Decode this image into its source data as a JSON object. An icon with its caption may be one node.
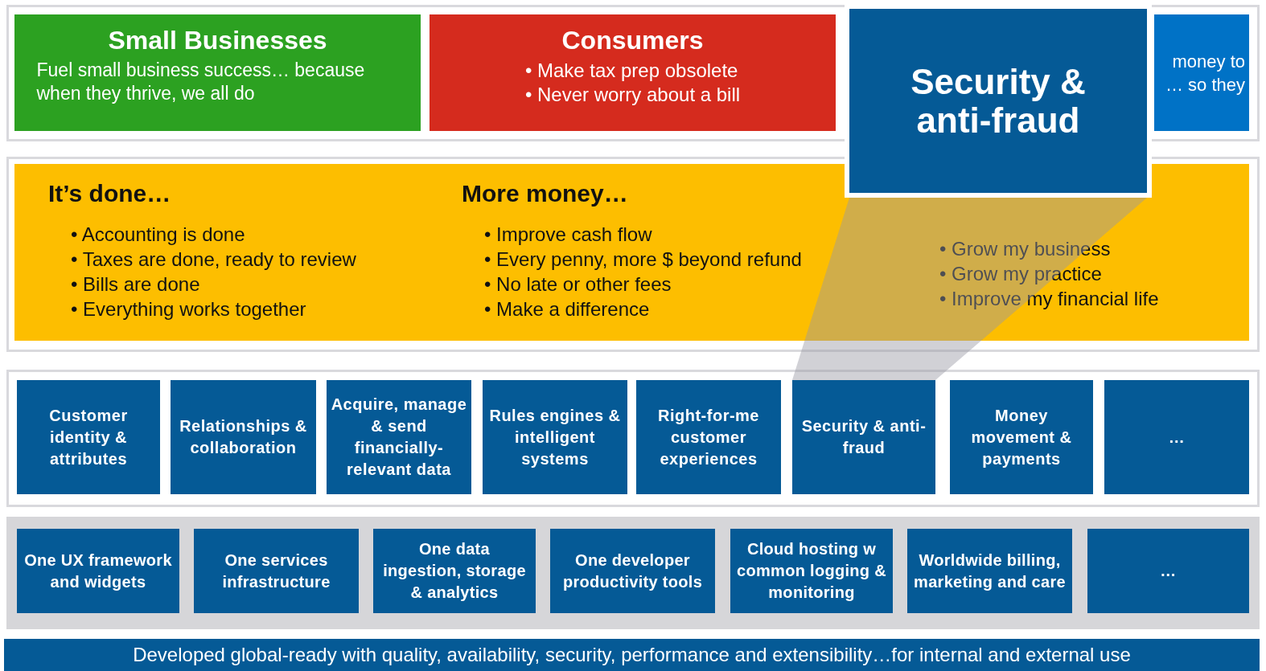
{
  "diagram": {
    "nodes": [
      {
        "text": [
          "Small Businesses",
          "Fuel small business success… because when they thrive, we all do"
        ]
      },
      {
        "text": [
          "Consumers",
          "• Make tax prep obsolete",
          "• Never worry about a bill"
        ]
      },
      {
        "text": [
          "money to … so they"
        ]
      },
      {
        "text": [
          "It’s done…",
          "• Accounting is done",
          "• Taxes are done, ready to review",
          "• Bills are done",
          "• Everything works together",
          "More money…",
          "• Improve cash flow",
          "• Every penny, more $ beyond refund",
          "• No late or other fees",
          "• Make a difference",
          "• Grow my business",
          "• Grow my practice",
          "• Improve my financial life"
        ]
      },
      {
        "text": [
          "Security & anti-fraud"
        ]
      },
      {
        "text": [
          "Customer identity & attributes"
        ]
      },
      {
        "text": [
          "Relationships & collaboration"
        ]
      },
      {
        "text": [
          "Acquire, manage & send financially-relevant data"
        ]
      },
      {
        "text": [
          "Rules engines & intelligent systems"
        ]
      },
      {
        "text": [
          "Right-for-me customer experiences"
        ]
      },
      {
        "text": [
          "Security & anti-fraud"
        ]
      },
      {
        "text": [
          "Money movement & payments"
        ]
      },
      {
        "text": [
          "…"
        ]
      },
      {
        "text": [
          "One UX framework and widgets"
        ]
      },
      {
        "text": [
          "One services infrastructure"
        ]
      },
      {
        "text": [
          "One data ingestion, storage & analytics"
        ]
      },
      {
        "text": [
          "One developer productivity tools"
        ]
      },
      {
        "text": [
          "Cloud hosting w common logging & monitoring"
        ]
      },
      {
        "text": [
          "Worldwide billing, marketing and care"
        ]
      },
      {
        "text": [
          "…"
        ]
      },
      {
        "text": [
          "Developed global-ready with quality, availability, security, performance and extensibility…for internal and external use"
        ]
      }
    ],
    "edges": [
      {
        "from": 4,
        "to": 10,
        "arrow": "none"
      }
    ]
  }
}
